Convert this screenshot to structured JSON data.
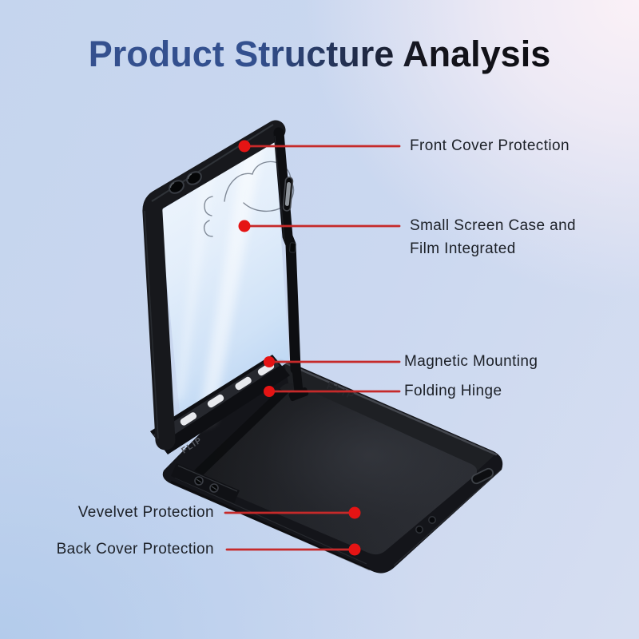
{
  "title": {
    "text": "Product Structure Analysis",
    "color_left": "#34508e",
    "color_right": "#0a0a0c"
  },
  "background": {
    "top_right_pink": "#faf0f6",
    "left_blue": "#c3d4ee",
    "bottom_left_blue": "#b7cdec",
    "bottom_right_lavender": "#d4def0"
  },
  "annotations": {
    "line_color": "#c62a2a",
    "dot_color": "#e51414",
    "text_color": "#1c2027",
    "items": [
      {
        "id": "front-cover",
        "label": "Front Cover Protection"
      },
      {
        "id": "small-screen",
        "label": "Small Screen Case and Film Integrated"
      },
      {
        "id": "magnetic-mounting",
        "label": "Magnetic Mounting"
      },
      {
        "id": "folding-hinge",
        "label": "Folding Hinge"
      },
      {
        "id": "velvet",
        "label": "Vevelvet Protection"
      },
      {
        "id": "back-cover",
        "label": "Back Cover Protection"
      }
    ]
  },
  "product": {
    "name": "foldable-flip-phone-case",
    "engraving": "FLIP",
    "colors": {
      "case_black": "#141518",
      "glass_tint": "#cfe2f7",
      "magnet_stripe": "#f3f5f9"
    }
  }
}
